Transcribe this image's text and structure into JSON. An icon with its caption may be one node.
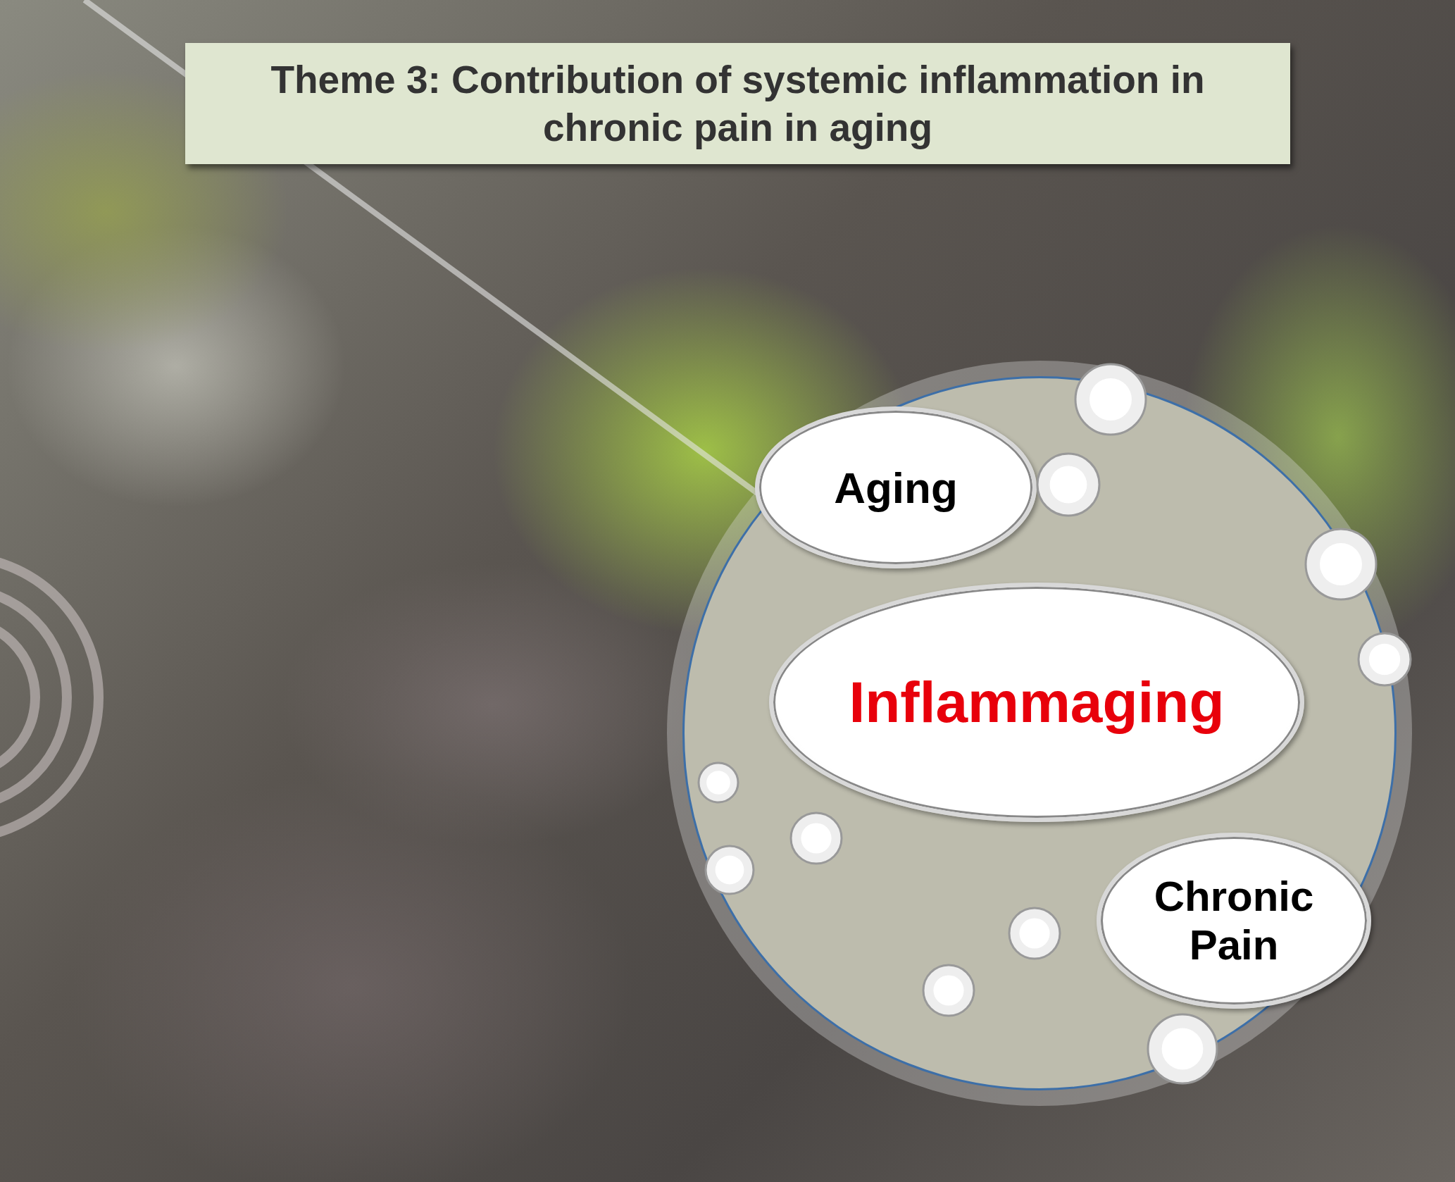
{
  "diagram": {
    "title": "Theme 3: Contribution of systemic inflammation in chronic pain in aging",
    "nodes": [
      {
        "text": [],
        "shape": "circle"
      },
      {
        "text": [
          "Aging"
        ],
        "in": 0
      },
      {
        "text": [
          "Inflammaging"
        ],
        "in": 0
      },
      {
        "text": [
          "Chronic Pain"
        ],
        "in": 0
      }
    ],
    "edges": []
  }
}
